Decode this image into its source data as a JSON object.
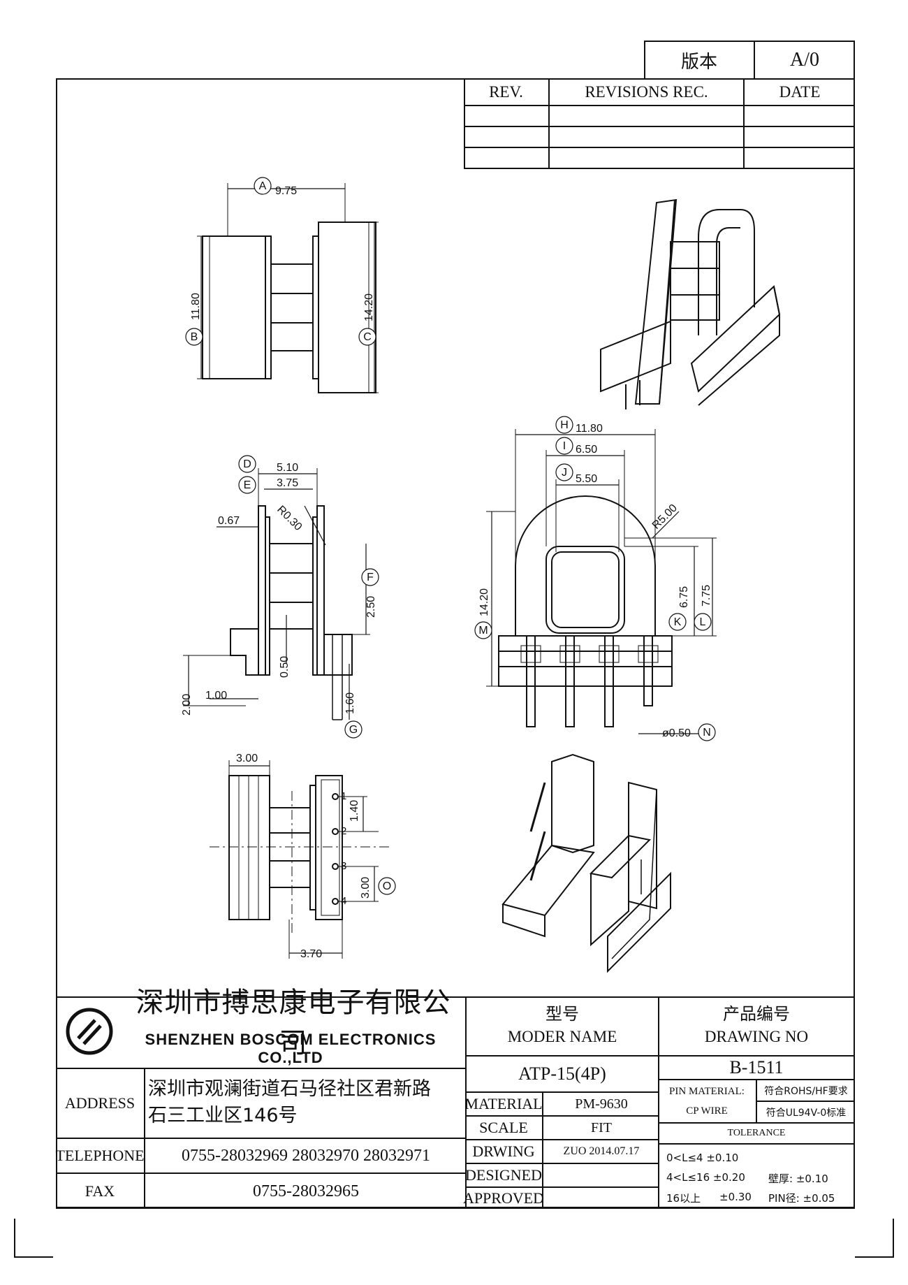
{
  "version_box": {
    "label": "版本",
    "value": "A/0"
  },
  "revisions": {
    "headers": {
      "rev": "REV.",
      "rec": "REVISIONS REC.",
      "date": "DATE"
    }
  },
  "dimensions": {
    "A": {
      "letter": "A",
      "value": "9.75"
    },
    "B": {
      "letter": "B",
      "value": "11.80"
    },
    "C": {
      "letter": "C",
      "value": "14.20"
    },
    "D": {
      "letter": "D",
      "value": "5.10"
    },
    "E": {
      "letter": "E",
      "value": "3.75"
    },
    "F": {
      "letter": "F",
      "value": "2.50"
    },
    "G": {
      "letter": "G",
      "value": "1.60"
    },
    "H": {
      "letter": "H",
      "value": "11.80"
    },
    "I": {
      "letter": "I",
      "value": "6.50"
    },
    "J": {
      "letter": "J",
      "value": "5.50"
    },
    "K": {
      "letter": "K",
      "value": "6.75"
    },
    "L": {
      "letter": "L",
      "value": "7.75"
    },
    "M": {
      "letter": "M",
      "value": "14.20"
    },
    "N": {
      "letter": "N",
      "value": "ø0.50"
    },
    "O": {
      "letter": "O",
      "value": "3.00"
    },
    "r_small": "R0.30",
    "r_large": "R5.00",
    "d067": "0.67",
    "d050": "0.50",
    "d100": "1.00",
    "d200": "2.00",
    "d300": "3.00",
    "d140": "1.40",
    "d370": "3.70"
  },
  "pins": [
    "1",
    "2",
    "3",
    "4"
  ],
  "company": {
    "name_cn": "深圳市搏思康电子有限公司",
    "name_en": "SHENZHEN BOSCOM ELECTRONICS CO.,LTD"
  },
  "address": {
    "label": "ADDRESS",
    "line1": "深圳市观澜街道石马径社区君新路",
    "line2": "石三工业区146号"
  },
  "telephone": {
    "label": "TELEPHONE",
    "value": "0755-28032969 28032970 28032971"
  },
  "fax": {
    "label": "FAX",
    "value": "0755-28032965"
  },
  "model": {
    "label_cn": "型号",
    "label_en": "MODER NAME",
    "value": "ATP-15(4P)"
  },
  "drawing_no": {
    "label_cn": "产品编号",
    "label_en": "DRAWING NO",
    "value": "B-1511"
  },
  "material": {
    "label": "MATERIAL",
    "value": "PM-9630"
  },
  "scale": {
    "label": "SCALE",
    "value": "FIT"
  },
  "drwing": {
    "label": "DRWING",
    "value": "ZUO 2014.07.17"
  },
  "designed": {
    "label": "DESIGNED",
    "value": ""
  },
  "approved": {
    "label": "APPROVED",
    "value": ""
  },
  "pin_material": {
    "label1": "PIN MATERIAL:",
    "label2": "CP WIRE",
    "rohs": "符合ROHS/HF要求",
    "ul": "符合UL94V-0标准"
  },
  "tolerance": {
    "title": "TOLERANCE",
    "row1": "0<L≤4  ±0.10",
    "row2": "4<L≤16  ±0.20",
    "row3a": "16以上",
    "row3b": "±0.30",
    "wall": "壁厚:  ±0.10",
    "pin": "PIN径: ±0.05"
  }
}
